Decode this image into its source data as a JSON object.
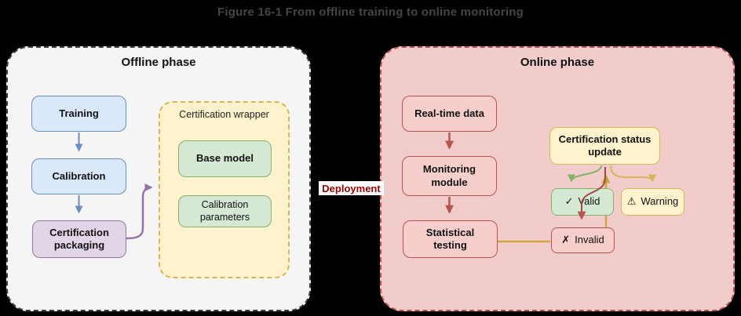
{
  "figure_title": "Figure 16-1 From offline training to online monitoring",
  "deployment_label": "Deployment",
  "offline": {
    "title": "Offline phase",
    "nodes": {
      "training": "Training",
      "calibration": "Calibration",
      "packaging": "Certification packaging"
    },
    "wrapper": {
      "title": "Certification wrapper",
      "base_model": "Base model",
      "calibration_parameters": "Calibration parameters"
    }
  },
  "online": {
    "title": "Online phase",
    "nodes": {
      "realtime": "Real-time data",
      "monitoring": "Monitoring module",
      "statistical": "Statistical testing",
      "status_update": "Certification status update",
      "valid": {
        "icon": "✓",
        "label": "Valid"
      },
      "warning": {
        "icon": "⚠",
        "label": "Warning"
      },
      "invalid": {
        "icon": "✗",
        "label": "Invalid"
      }
    }
  },
  "colors": {
    "blue_fill": "#dae8fc",
    "blue_stroke": "#6c8ebf",
    "green_fill": "#d5e8d4",
    "green_stroke": "#82b366",
    "yellow_fill": "#fff2cc",
    "yellow_stroke": "#d6b656",
    "purple_fill": "#e1d5e7",
    "purple_stroke": "#9673a6",
    "red_fill": "#f8cecc",
    "red_stroke": "#b85450",
    "offline_panel_fill": "#f5f5f5",
    "online_panel_fill": "#f2cccb",
    "gold_line": "#d0a73f",
    "deployment_text": "#990000",
    "title_text": "#454545",
    "background": "#000000"
  }
}
